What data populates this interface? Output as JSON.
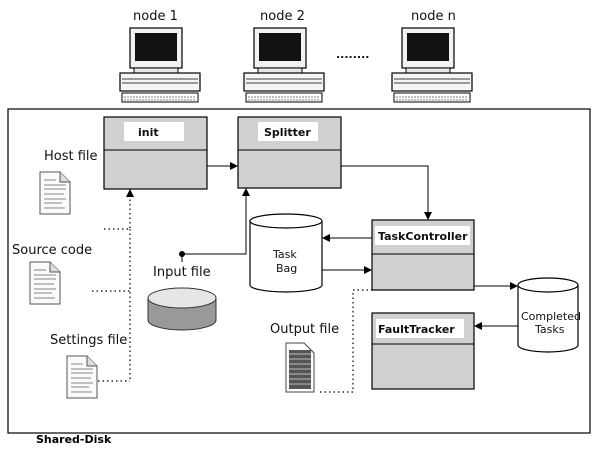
{
  "nodes": [
    {
      "label": "node 1"
    },
    {
      "label": "node 2"
    },
    {
      "label": "node n"
    }
  ],
  "nodes_ellipsis": "........",
  "components": {
    "init": "init",
    "splitter": "Splitter",
    "task_controller": "TaskController",
    "fault_tracker": "FaultTracker"
  },
  "task_bag": {
    "line1": "Task",
    "line2": "Bag"
  },
  "completed_tasks": {
    "line1": "Completed",
    "line2": "Tasks"
  },
  "files": {
    "host_file": "Host file",
    "source_code": "Source code",
    "settings_file": "Settings file",
    "input_file": "Input file",
    "output_file": "Output file"
  },
  "shared_disk": "Shared-Disk"
}
